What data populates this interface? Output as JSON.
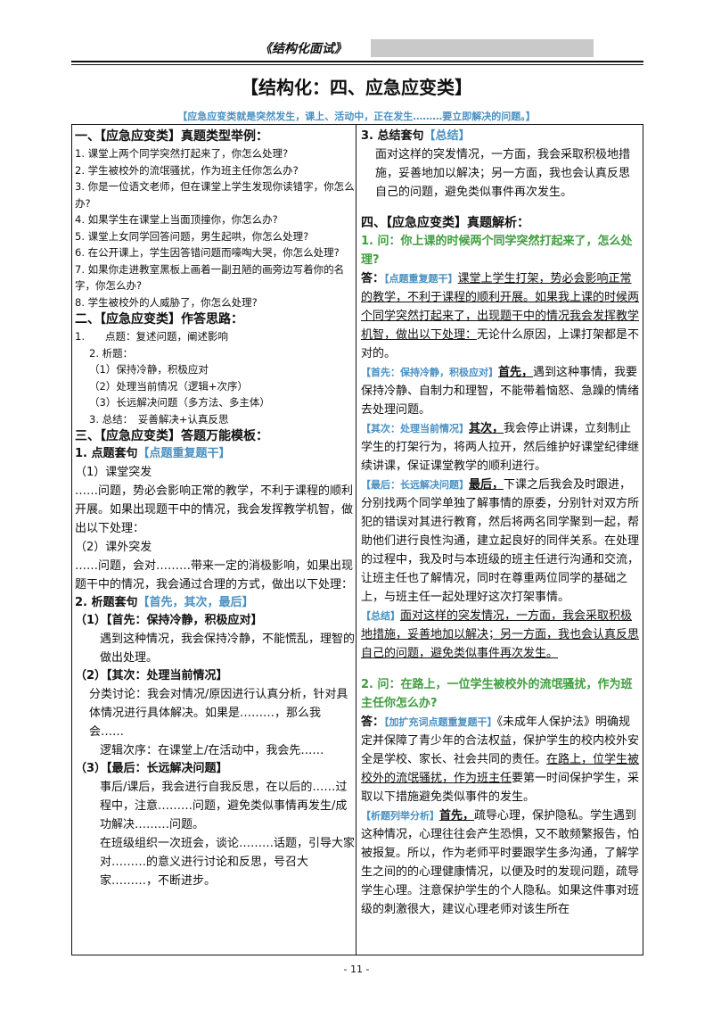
{
  "header": {
    "title": "《结构化面试》"
  },
  "doc_title": "【结构化：四、应急应变类】",
  "intro": "【应急应变类就是突然发生，课上、活动中，正在发生………要立即解决的问题。】",
  "sec1": {
    "title": "一、【应急应变类】真题类型举例：",
    "items": [
      "1. 课堂上两个同学突然打起来了，你怎么处理?",
      "2. 学生被校外的流氓骚扰，作为班主任你怎么办?",
      "3. 你是一位语文老师，但在课堂上学生发现你读错字，你怎么办?",
      "4. 如果学生在课堂上当面顶撞你，你怎么办?",
      "5. 课堂上女同学回答问题，男生起哄，你怎么处理?",
      "6. 在公开课上，学生因答错问题而嚎啕大哭，你怎么处理?",
      "7. 如果你走进教室黑板上画着一副丑陋的画旁边写着你的名字，你怎么办?",
      "8. 学生被校外的人威胁了，你怎么处理?"
    ]
  },
  "sec2": {
    "title": "二、【应急应变类】作答思路：",
    "l1": "1.　　点题：复述问题，阐述影响",
    "l2": "2. 析题：",
    "l3": "（1）保持冷静，积极应对",
    "l4": "（2）处理当前情况（逻辑+次序）",
    "l5": "（3）长远解决问题（多方法、多主体）",
    "l6": "3. 总结：　妥善解决+认真反思"
  },
  "sec3": {
    "title": "三、【应急应变类】答题万能模板：",
    "p1_title": "1. 点题套句",
    "p1_tag": "【点题重复题干】",
    "p1_a": "（1）课堂突发",
    "p1_b": "……问题，势必会影响正常的教学，不利于课程的顺利开展。如果出现题干中的情况，我会发挥教学机智，做出以下处理：",
    "p1_c": "（2）课外突发",
    "p1_d": "……问题，会对………带来一定的消极影响，如果出现题干中的情况，我会通过合理的方式，做出以下处理：",
    "p2_title": "2. 析题套句",
    "p2_tag": "【首先，其次，最后】",
    "s1_title": "（1）【首先：保持冷静，积极应对】",
    "s1_body": "遇到这种情况，我会保持冷静，不能慌乱，理智的做出处理。",
    "s2_title": "（2）【其次：处理当前情况】",
    "s2_body1": "分类讨论：我会对情况/原因进行认真分析，针对具体情况进行具体解决。如果是………，那么我会……",
    "s2_body2": "逻辑次序：在课堂上/在活动中，我会先……",
    "s3_title": "（3）【最后：长远解决问题】",
    "s3_body1": "事后/课后，我会进行自我反思，在以后的……过程中，注意………问题，避免类似事情再发生/成功解决………问题。",
    "s3_body2": "在班级组织一次班会，谈论………话题，引导大家对………的意义进行讨论和反思，号召大家………，不断进步。"
  },
  "right": {
    "p3_title": "3. 总结套句",
    "p3_tag": "【总结】",
    "p3_body": "面对这样的突发情况，一方面，我会采取积极地措施，妥善地加以解决；另一方面，我也会认真反思自己的问题，避免类似事件再次发生。",
    "sec4_title": "四、【应急应变类】真题解析：",
    "q1": "1. 问：你上课的时候两个同学突然打起来了，怎么处理?",
    "a_label": "答：",
    "q1_tag1": "【点题重复题干】",
    "q1_a1": "课堂上学生打架，势必会影响正常的教学，不利于课程的顺利开展。如果我上课的时候两个同学突然打起来了，出现题干中的情况我会发挥教学机智，做出以下处理：",
    "q1_a1b": "无论什么原因，上课打架都是不对的。",
    "q1_tag2": "【首先：保持冷静，积极应对】",
    "q1_lead2": "首先，",
    "q1_a2": "遇到这种事情，我要保持冷静、自制力和理智，不能带着恼怒、急躁的情绪去处理问题。",
    "q1_tag3": "【其次：处理当前情况】",
    "q1_lead3": "其次，",
    "q1_a3": "我会停止讲课，立刻制止学生的打架行为，将两人拉开，然后维护好课堂纪律继续讲课，保证课堂教学的顺利进行。",
    "q1_tag4": "【最后：长远解决问题】",
    "q1_lead4": "最后，",
    "q1_a4": "下课之后我会及时跟进，分别找两个同学单独了解事情的原委，分别针对双方所犯的错误对其进行教育，然后将两名同学聚到一起，帮助他们进行良性沟通，建立起良好的同伴关系。在处理的过程中，我及时与本班级的班主任进行沟通和交流，让班主任也了解情况，同时在尊重两位同学的基础之上，与班主任一起处理好这次打架事情。",
    "q1_tag5": "【总结】",
    "q1_a5": "面对这样的突发情况，一方面，我会采取积极地措施，妥善地加以解决；另一方面，我也会认真反思自己的问题，避免类似事件再次发生。",
    "q2": "2. 问：在路上，一位学生被校外的流氓骚扰，作为班主任你怎么办?",
    "q2_tag1": "【加扩充词点题重复题干】",
    "q2_a1a": "《未成年人保护法》明确规定并保障了青少年的合法权益，保护学生的校内校外安全是学校、家长、社会共同的责任。",
    "q2_a1b": "在路上，位学生被校外的流氓骚扰，作为班主任",
    "q2_a1c": "要第一时间保护学生，采取以下措施避免类似事件的发生。",
    "q2_tag2": "【析题列举分析】",
    "q2_lead2": "首先，",
    "q2_a2": "疏导心理，保护隐私。学生遇到这种情况，心理往往会产生恐惧，又不敢频繁报告，怕被报复。所以，作为老师平时要跟学生多沟通，了解学生之间的的心理健康情况，以便及时的发现问题，疏导学生心理。注意保护学生的个人隐私。如果这件事对班级的刺激很大，建议心理老师对该生所在"
  },
  "footer": {
    "page": "- 11 -"
  },
  "colors": {
    "blue_tag": "#4a90c2",
    "green_question": "#3f9e3f",
    "header_bar": "#c9c9c9"
  }
}
